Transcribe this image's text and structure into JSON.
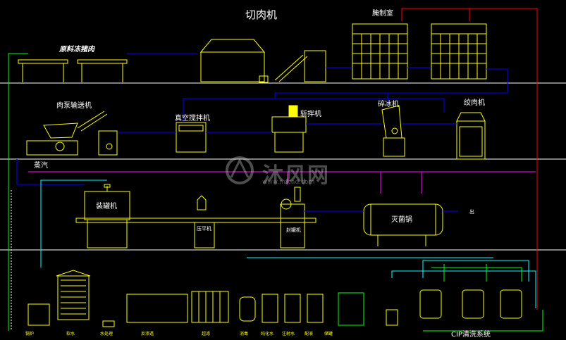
{
  "title": "切肉机",
  "labels": {
    "curing_room": "腌制室",
    "raw_meat": "原料冻猪肉",
    "meat_conveyor": "肉泵输送机",
    "vacuum_tumbler": "真空搅拌机",
    "chopper": "斩拌机",
    "ice_crusher": "碎冰机",
    "grinder": "绞肉机",
    "steam": "蒸汽",
    "can_filler": "装罐机",
    "sealer": "封罐机",
    "flattener": "压平机",
    "sterilizer": "灭菌锅",
    "outlet": "出",
    "cip": "CIP清洗系统"
  },
  "bottom_labels": [
    "锅炉",
    "软水",
    "水处理",
    "反渗透",
    "超滤",
    "消毒",
    "纯化水",
    "注射水",
    "配液",
    "储罐"
  ],
  "watermark": {
    "text": "沐风网",
    "url": "www.mfcad.com"
  },
  "colors": {
    "background": "#000000",
    "equipment": "#ffff00",
    "pipe_blue": "#0000ff",
    "pipe_cyan": "#00ffff",
    "pipe_red": "#ff0000",
    "pipe_magenta": "#ff00ff",
    "pipe_green": "#00ff00",
    "floor": "#ffffff"
  }
}
